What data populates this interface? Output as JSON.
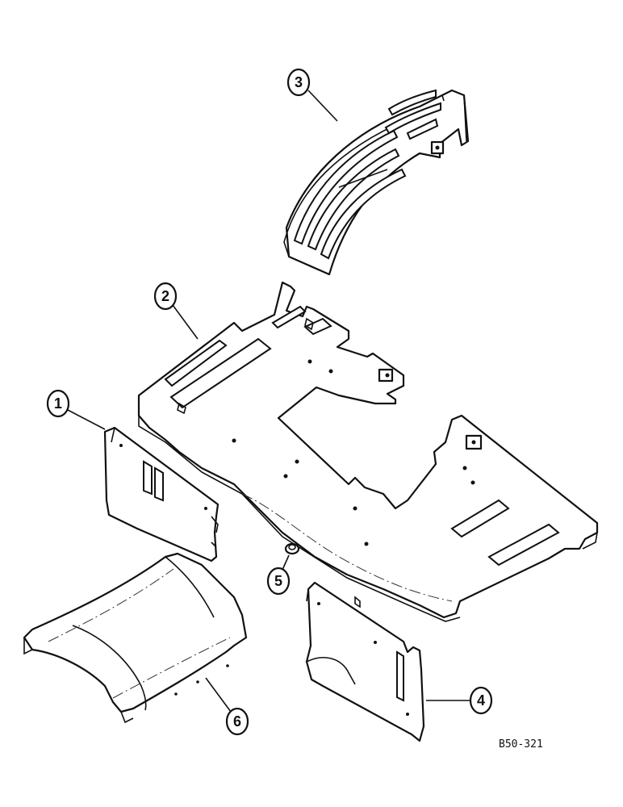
{
  "callouts": [
    {
      "id": "1",
      "label": "1"
    },
    {
      "id": "2",
      "label": "2"
    },
    {
      "id": "3",
      "label": "3"
    },
    {
      "id": "4",
      "label": "4"
    },
    {
      "id": "5",
      "label": "5"
    },
    {
      "id": "6",
      "label": "6"
    }
  ],
  "drawing_reference": "B50-321"
}
